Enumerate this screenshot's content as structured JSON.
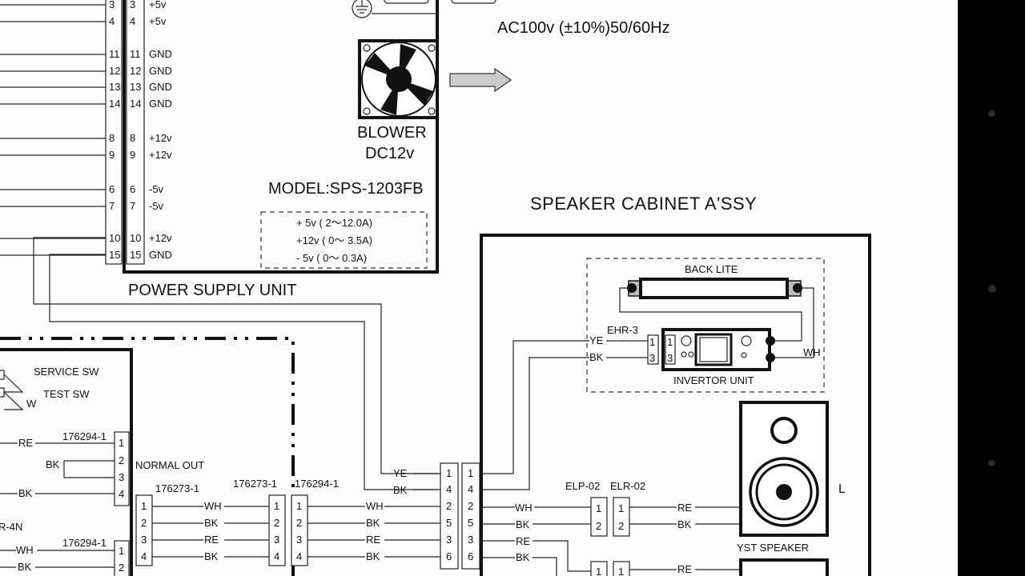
{
  "power_supply": {
    "title": "POWER SUPPLY UNIT",
    "model": "MODEL:SPS-1203FB",
    "blower_label": "BLOWER",
    "blower_voltage": "DC12v",
    "ac_input": "AC100v  (±10%)50/60Hz",
    "pins": [
      {
        "pin": "3",
        "signal": "+5v"
      },
      {
        "pin": "4",
        "signal": "+5v"
      },
      {
        "pin": "11",
        "signal": "GND"
      },
      {
        "pin": "12",
        "signal": "GND"
      },
      {
        "pin": "13",
        "signal": "GND"
      },
      {
        "pin": "14",
        "signal": "GND"
      },
      {
        "pin": "8",
        "signal": "+12v"
      },
      {
        "pin": "9",
        "signal": "+12v"
      },
      {
        "pin": "6",
        "signal": "-5v"
      },
      {
        "pin": "7",
        "signal": "-5v"
      },
      {
        "pin": "10",
        "signal": "+12v"
      },
      {
        "pin": "15",
        "signal": "GND"
      }
    ],
    "ratings": [
      "+  5v (   2〜12.0A)",
      "+12v (  0〜   3.5A)",
      "-   5v (  0〜    0.3A)"
    ]
  },
  "left_board": {
    "service_sw": "SERVICE SW",
    "test_sw": "TEST SW",
    "w_label": "W",
    "normal_out": "NORMAL OUT",
    "partial_label": "R-4N",
    "connector_a": {
      "part": "176294-1",
      "pins": [
        "1",
        "2",
        "3",
        "4"
      ],
      "wires": [
        "RE",
        "BK",
        "BK"
      ]
    },
    "connector_b": {
      "part": "176294-1",
      "pins": [
        "1",
        "2"
      ],
      "wires": [
        "WH",
        "BK"
      ]
    }
  },
  "normal_out_cable": {
    "left_part": "176273-1",
    "right_part": "176273-1",
    "pins": [
      "1",
      "2",
      "3",
      "4"
    ],
    "wires": [
      "WH",
      "BK",
      "RE",
      "BK"
    ]
  },
  "speaker_input_cable": {
    "part": "176294-1",
    "pins": [
      "1",
      "2",
      "3",
      "4"
    ],
    "wires": [
      "WH",
      "BK",
      "RE",
      "BK"
    ],
    "extra_wires": [
      "YE",
      "BK"
    ]
  },
  "six_pin_connector": {
    "pins": [
      "1",
      "4",
      "2",
      "5",
      "3",
      "6"
    ]
  },
  "speaker_cabinet": {
    "title": "SPEAKER CABINET A'SSY",
    "back_lite": "BACK LITE",
    "inverter_connector": "EHR-3",
    "inverter_pins": [
      "1",
      "3"
    ],
    "inverter_wires": [
      "YE",
      "BK"
    ],
    "inverter_label": "INVERTOR UNIT",
    "wh_label": "WH",
    "speaker_wires_in": [
      "WH",
      "BK",
      "RE",
      "BK"
    ],
    "elp_label": "ELP-02",
    "elr_label": "ELR-02",
    "elp_pins": [
      "1",
      "2"
    ],
    "speaker_wires_out": [
      "RE",
      "BK",
      "RE"
    ],
    "speaker_label": "YST SPEAKER",
    "channel_label": "L",
    "lower_pin": "1"
  },
  "colors": {
    "paper": "#fdfdfd",
    "ink": "#111111",
    "side_bar": "#000000"
  }
}
